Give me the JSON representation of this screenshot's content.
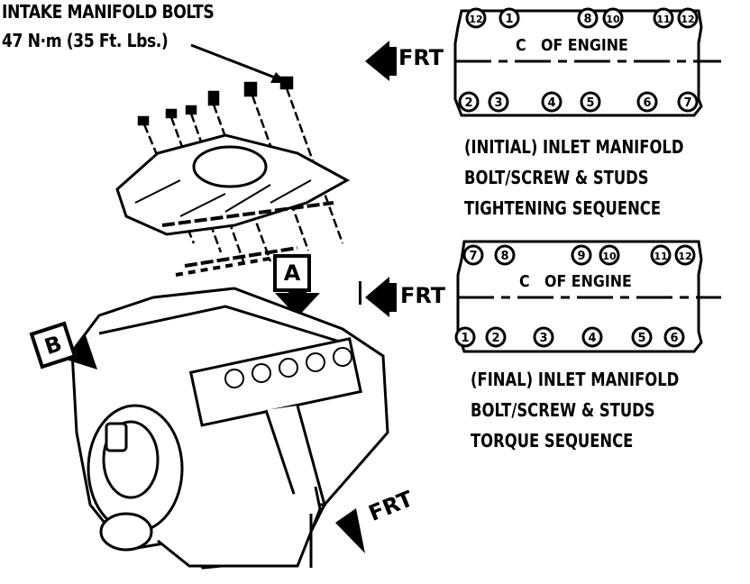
{
  "callout": {
    "title": "INTAKE MANIFOLD BOLTS",
    "torque": "47 N·m (35 Ft. Lbs.)"
  },
  "view_labels": {
    "a": "A",
    "b": "B"
  },
  "front_label": "FRT",
  "centerline_label": "OF ENGINE",
  "centerline_symbol": "C",
  "initial": {
    "caption": [
      "(INITIAL) INLET MANIFOLD",
      "BOLT/SCREW & STUDS",
      "TIGHTENING SEQUENCE"
    ],
    "top_numbers": [
      "12",
      "1",
      "8",
      "10",
      "11",
      "12"
    ],
    "bottom_numbers": [
      "2",
      "3",
      "4",
      "5",
      "6",
      "7"
    ]
  },
  "final": {
    "caption": [
      "(FINAL) INLET MANIFOLD",
      "BOLT/SCREW & STUDS",
      "TORQUE SEQUENCE"
    ],
    "top_numbers": [
      "7",
      "8",
      "9",
      "10",
      "11",
      "12"
    ],
    "bottom_numbers": [
      "1",
      "2",
      "3",
      "4",
      "5",
      "6"
    ]
  }
}
